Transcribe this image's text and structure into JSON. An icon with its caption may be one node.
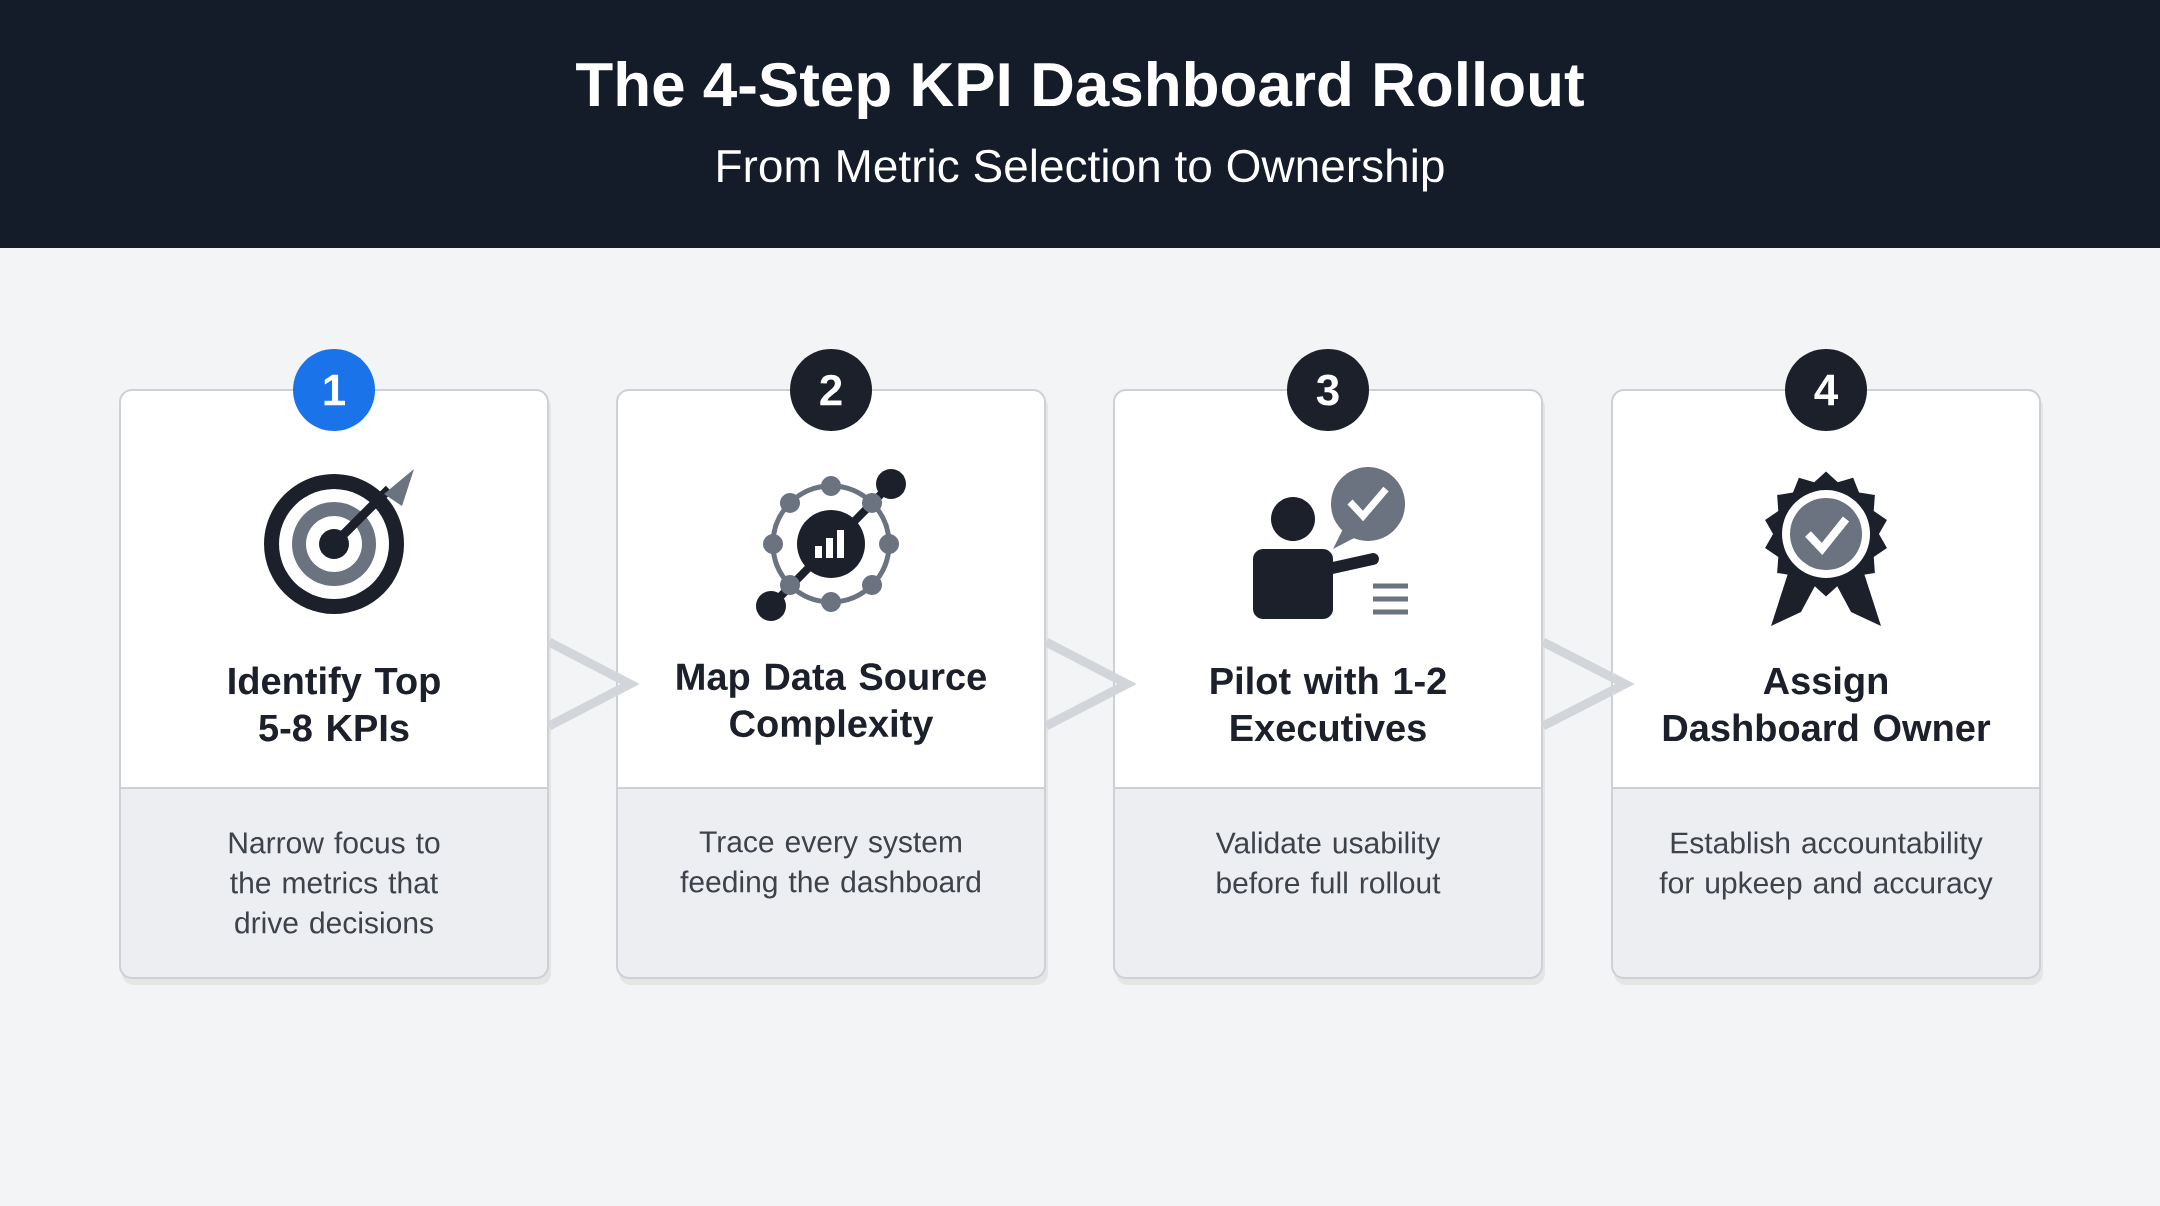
{
  "diagram": {
    "title": "The 4-Step KPI Dashboard Rollout",
    "nodes": [
      {
        "text": [
          "1"
        ]
      },
      {
        "text": [
          "Identify Top 5-8 KPIs",
          "Narrow focus to the metrics that drive decisions"
        ]
      },
      {
        "text": [
          "2"
        ]
      },
      {
        "text": [
          "Map Data Source Complexity",
          "Trace every system feeding the dashboard"
        ]
      },
      {
        "text": [
          "3"
        ]
      },
      {
        "text": [
          "Pilot with 1-2 Executives",
          "Validate usability before full rollout"
        ]
      },
      {
        "text": [
          "4"
        ]
      },
      {
        "text": [
          "Assign Dashboard Owner",
          "Establish accountability for upkeep and accuracy"
        ]
      }
    ],
    "edges": [
      {
        "from": 1,
        "to": 3,
        "arrow": "to"
      },
      {
        "from": 3,
        "to": 5,
        "arrow": "to"
      },
      {
        "from": 5,
        "to": 7,
        "arrow": "to"
      }
    ],
    "labels": [
      "From Metric Selection to Ownership"
    ]
  }
}
